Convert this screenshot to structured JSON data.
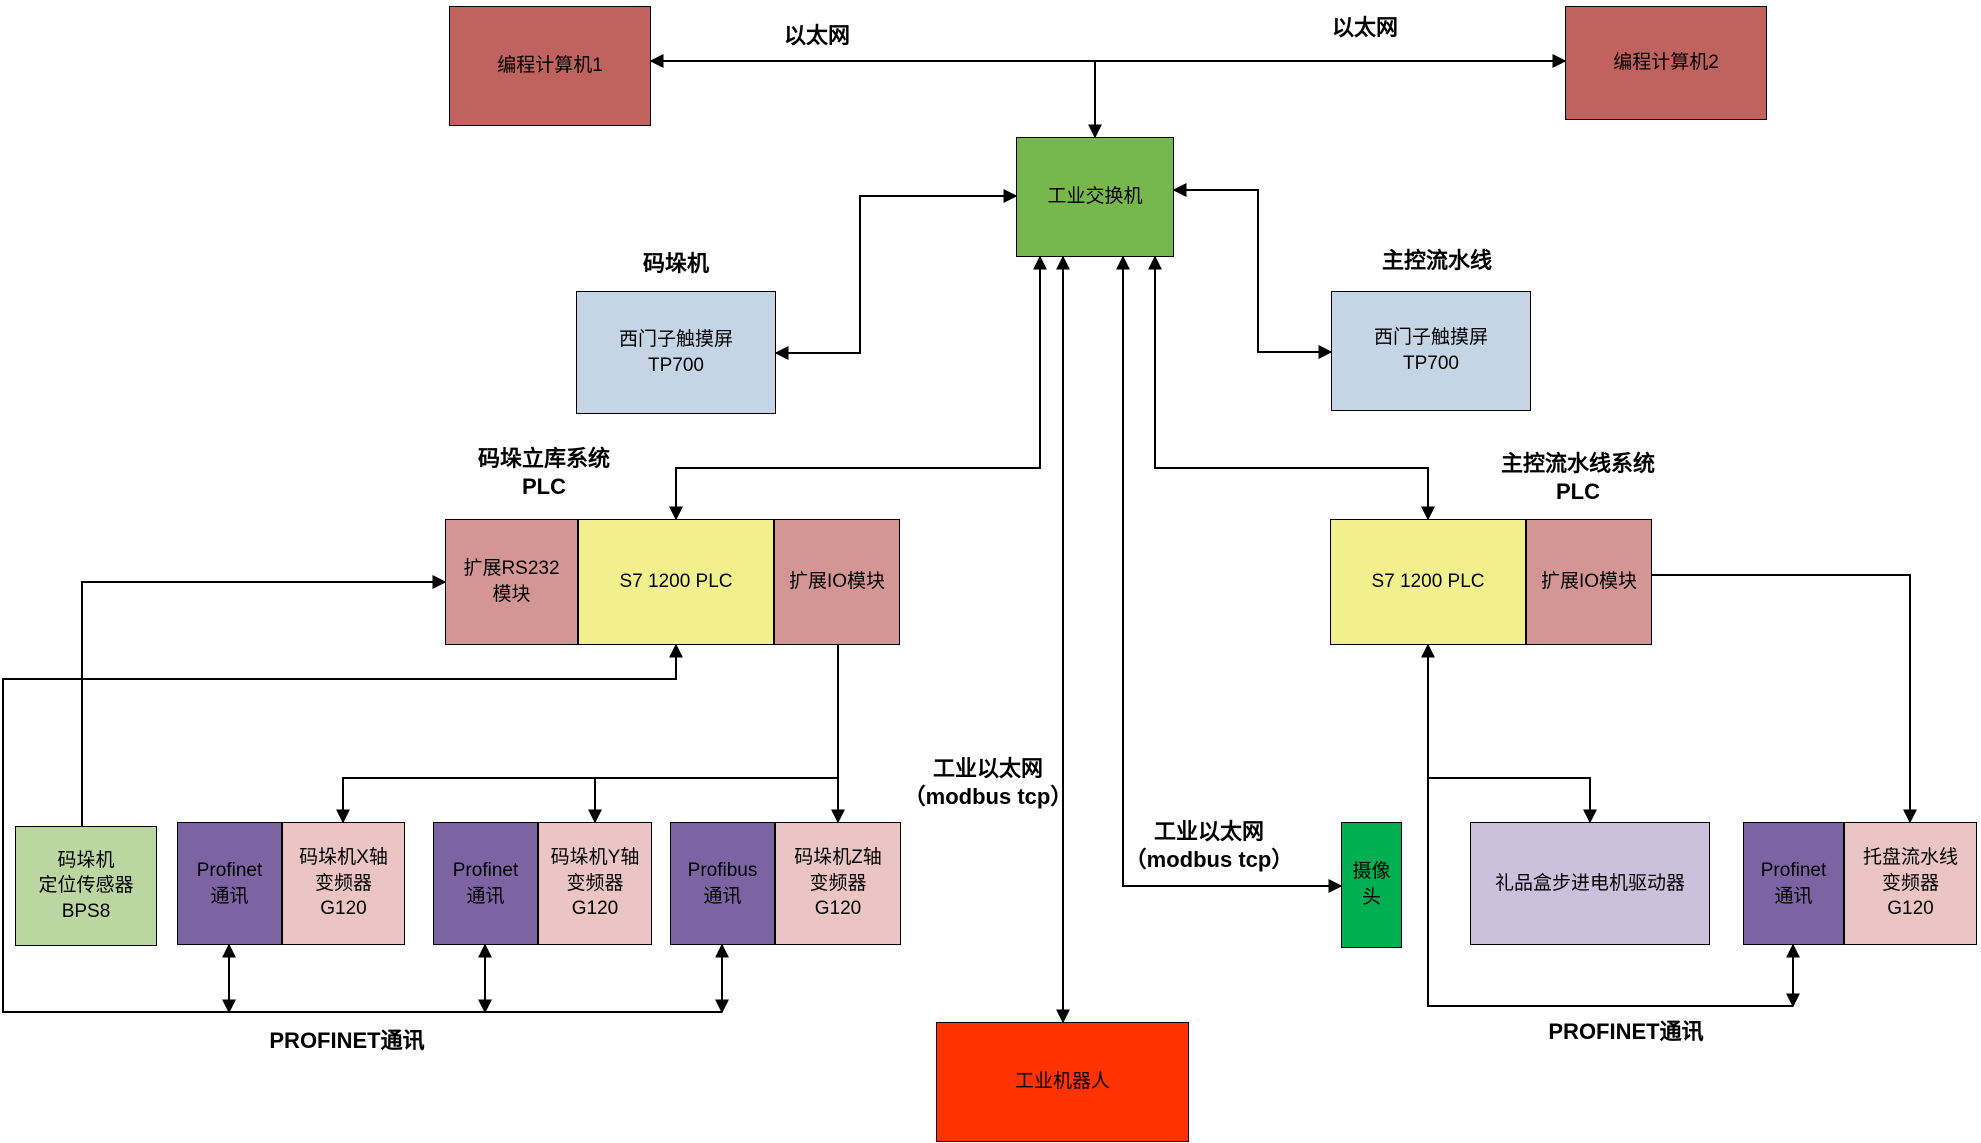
{
  "nodes": {
    "pc1": {
      "label": "编程计算机1"
    },
    "pc2": {
      "label": "编程计算机2"
    },
    "switch": {
      "label": "工业交换机"
    },
    "tp700_left": {
      "label": "西门子触摸屏\nTP700"
    },
    "tp700_right": {
      "label": "西门子触摸屏\nTP700"
    },
    "rs232": {
      "label": "扩展RS232\n模块"
    },
    "s7_left": {
      "label": "S7 1200 PLC"
    },
    "io_left": {
      "label": "扩展IO模块"
    },
    "s7_right": {
      "label": "S7 1200 PLC"
    },
    "io_right": {
      "label": "扩展IO模块"
    },
    "bps8": {
      "label": "码垛机\n定位传感器\nBPS8"
    },
    "profinet_x": {
      "label": "Profinet\n通讯"
    },
    "drive_x": {
      "label": "码垛机X轴\n变频器\nG120"
    },
    "profinet_y": {
      "label": "Profinet\n通讯"
    },
    "drive_y": {
      "label": "码垛机Y轴\n变频器\nG120"
    },
    "profibus_z": {
      "label": "Profibus\n通讯"
    },
    "drive_z": {
      "label": "码垛机Z轴\n变频器\nG120"
    },
    "camera": {
      "label": "摄像\n头"
    },
    "gift_driver": {
      "label": "礼品盒步进电机驱动器"
    },
    "profinet_tray": {
      "label": "Profinet\n通讯"
    },
    "drive_tray": {
      "label": "托盘流水线\n变频器\nG120"
    },
    "robot": {
      "label": "工业机器人"
    }
  },
  "labels": {
    "ethernet_left": "以太网",
    "ethernet_right": "以太网",
    "palletizer": "码垛机",
    "main_line": "主控流水线",
    "plc_left": "码垛立库系统\nPLC",
    "plc_right": "主控流水线系统\nPLC",
    "modbus_left": "工业以太网\n（modbus tcp）",
    "modbus_right": "工业以太网\n（modbus tcp）",
    "profinet_bottom_left": "PROFINET通讯",
    "profinet_bottom_right": "PROFINET通讯"
  },
  "colors": {
    "computer": "#C0625E",
    "switch": "#77B84E",
    "touchscreen": "#C6D5E5",
    "module": "#D39694",
    "plc": "#F2F08C",
    "sensor": "#BBD6A0",
    "comm": "#7C63A1",
    "drive": "#EAC5C3",
    "camera": "#00B050",
    "gift": "#CCC1DC",
    "robot": "#FF3200"
  }
}
